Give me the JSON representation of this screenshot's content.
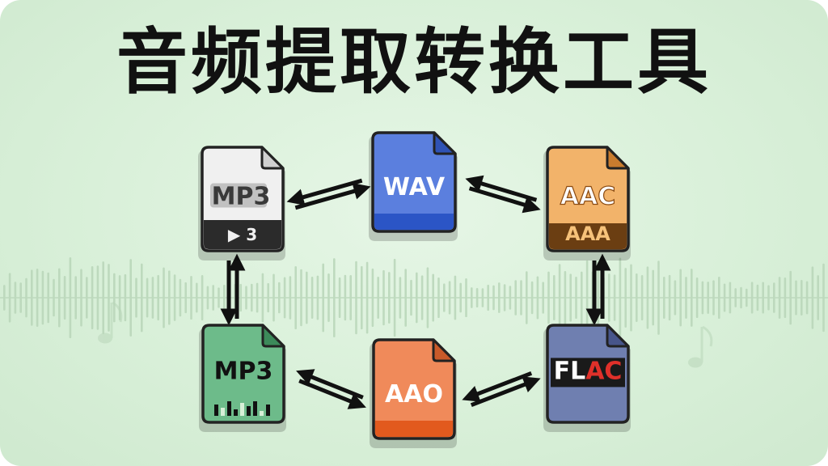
{
  "title": "音频提取转换工具",
  "nodes": [
    {
      "id": "mp3-gray",
      "main_label": "MP3",
      "sub_label": "▶ 3",
      "body_color": "#f0f0f0",
      "fold_color": "#d0d0d0",
      "text_color": "#3a3a3a",
      "band_color": "#2b2b2b",
      "sub_color": "#f0f0f0"
    },
    {
      "id": "wav",
      "main_label": "WAV",
      "sub_label": "",
      "body_color": "#5b7fde",
      "fold_color": "#2f52b5",
      "text_color": "#ffffff",
      "band_color": "#2b55c6",
      "sub_color": "#ffffff"
    },
    {
      "id": "aac",
      "main_label": "AAC",
      "sub_label": "AAA",
      "body_color": "#f2b36a",
      "fold_color": "#c97c2e",
      "text_color": "#ffffff",
      "band_color": "#6b3e12",
      "sub_color": "#f6c27a"
    },
    {
      "id": "mp3-green",
      "main_label": "MP3",
      "sub_label": "",
      "body_color": "#6dbb8a",
      "fold_color": "#3c8a5a",
      "text_color": "#111111",
      "band_color": "#2f7a4a",
      "sub_color": "#111111"
    },
    {
      "id": "aao",
      "main_label": "AAO",
      "sub_label": "",
      "body_color": "#f08a5a",
      "fold_color": "#c85a2a",
      "text_color": "#ffffff",
      "band_color": "#e25a1e",
      "sub_color": "#ffffff"
    },
    {
      "id": "flac",
      "main_label": "FL",
      "main_label_accent": "AC",
      "sub_label": "",
      "body_color": "#6f7fb0",
      "fold_color": "#47558a",
      "text_color": "#ffffff",
      "accent_color": "#e0302a",
      "band_color": "#1a1a1a",
      "sub_color": "#ffffff"
    }
  ],
  "colors": {
    "arrow": "#111111",
    "wave": "#b9d6b9"
  },
  "icons": {
    "arrow": "double-arrow-icon",
    "background": "soundwave-icon",
    "note": "music-note-icon"
  }
}
